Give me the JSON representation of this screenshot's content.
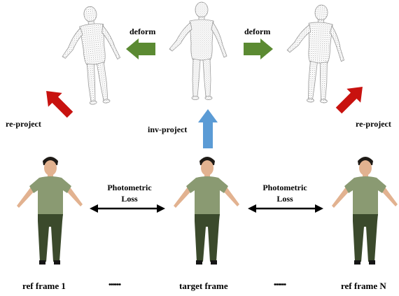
{
  "labels": {
    "deform_left": "deform",
    "deform_right": "deform",
    "reproject_left": "re-project",
    "inv_project": "inv-project",
    "reproject_right": "re-project",
    "loss_left": [
      "Photometric",
      "Loss"
    ],
    "loss_right": [
      "Photometric",
      "Loss"
    ],
    "frame_left": "ref frame 1",
    "dots_left": "••••••",
    "frame_center": "target frame",
    "dots_right": "••••••",
    "frame_right": "ref frame N"
  },
  "colors": {
    "deform_arrow": "#5b8a32",
    "reproject_arrow": "#c8120f",
    "inv_project_arrow": "#5b9bd5",
    "loss_arrow": "#000000",
    "mesh": "#9a9a9a",
    "shirt": "#8a9a72",
    "pants": "#3b4a2c",
    "skin": "#e2b290",
    "hair": "#1e1a16"
  }
}
